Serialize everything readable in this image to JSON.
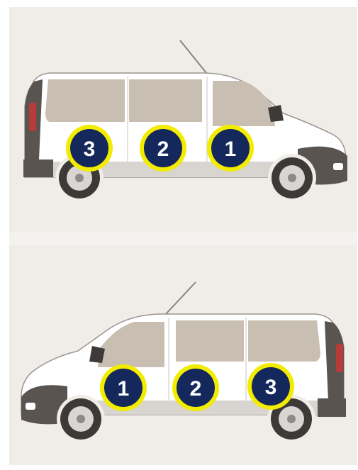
{
  "diagrams": [
    {
      "view": "left-side",
      "seat_rows": [
        {
          "label": "3"
        },
        {
          "label": "2"
        },
        {
          "label": "1"
        }
      ]
    },
    {
      "view": "right-side",
      "seat_rows": [
        {
          "label": "1"
        },
        {
          "label": "2"
        },
        {
          "label": "3"
        }
      ]
    }
  ],
  "colors": {
    "background": "#f0ede8",
    "badge_fill": "#14285c",
    "badge_ring": "#f2ec00",
    "badge_text": "#ffffff",
    "body": "#ffffff",
    "window": "#c8bfb2",
    "bumper": "#56504d"
  }
}
